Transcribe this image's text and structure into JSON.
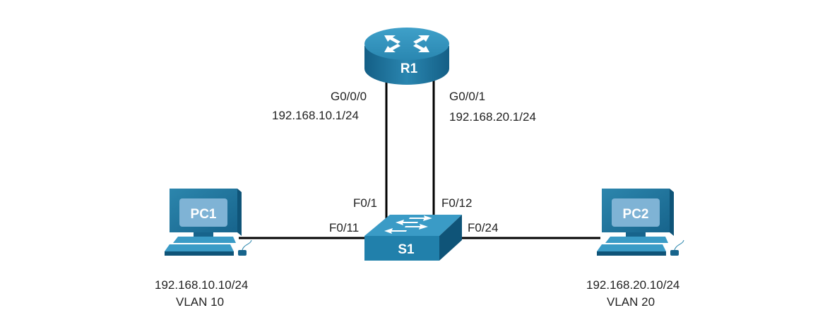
{
  "devices": {
    "router": {
      "name": "R1"
    },
    "switch": {
      "name": "S1"
    },
    "pc1": {
      "name": "PC1",
      "ip": "192.168.10.10/24",
      "vlan": "VLAN 10"
    },
    "pc2": {
      "name": "PC2",
      "ip": "192.168.20.10/24",
      "vlan": "VLAN 20"
    }
  },
  "interfaces": {
    "r1_g000": {
      "name": "G0/0/0",
      "ip": "192.168.10.1/24"
    },
    "r1_g001": {
      "name": "G0/0/1",
      "ip": "192.168.20.1/24"
    },
    "s1_f01": "F0/1",
    "s1_f012": "F0/12",
    "s1_f011": "F0/11",
    "s1_f024": "F0/24"
  },
  "colors": {
    "device_top": "#2c86ad",
    "device_side": "#1a6a92",
    "device_dark": "#0f5478",
    "screen": "#7fb3d5",
    "link": "#000000"
  }
}
